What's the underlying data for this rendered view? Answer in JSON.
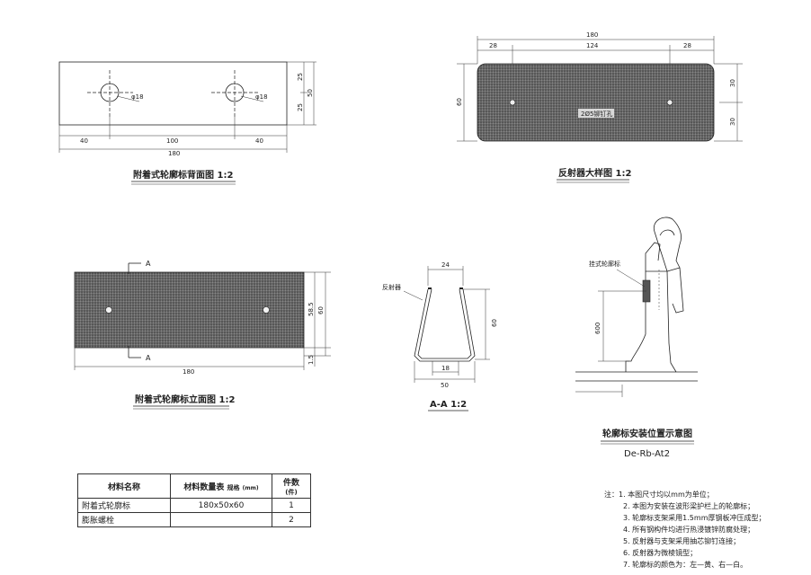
{
  "back_view": {
    "hole_labels": [
      "φ18",
      "φ18"
    ],
    "dims": {
      "d25a": "25",
      "d25b": "25",
      "d50": "50",
      "d40a": "40",
      "d100": "100",
      "d40b": "40",
      "d180": "180"
    },
    "caption": "附着式轮廓标背面图 1:2"
  },
  "reflector_detail": {
    "dims": {
      "d180": "180",
      "d28a": "28",
      "d124": "124",
      "d28b": "28",
      "d60": "60",
      "d30a": "30",
      "d30b": "30"
    },
    "bolt_label": "2Ø5铆钉孔",
    "caption": "反射器大样图 1:2"
  },
  "front_view": {
    "section_mark_top": "A",
    "section_mark_bottom": "A",
    "dims": {
      "d58_5": "58.5",
      "d60": "60",
      "d1_5": "1.5",
      "d180": "180"
    },
    "caption": "附着式轮廓标立面图 1:2"
  },
  "section_aa": {
    "reflector_label": "反射器",
    "dims": {
      "d24": "24",
      "d60": "60",
      "d18": "18",
      "d50": "50"
    },
    "caption": "A-A 1:2"
  },
  "install": {
    "marker_label": "挂式轮廓标",
    "dim_600": "600",
    "caption": "轮廓标安装位置示意图",
    "code": "De-Rb-At2"
  },
  "bom": {
    "headers": {
      "name": "材料名称",
      "spec": "材料数量表",
      "spec_sub_a": "规格",
      "spec_sub_b": "(mm)",
      "qty": "件数",
      "qty_unit": "(件)"
    },
    "rows": [
      {
        "name": "附着式轮廓标",
        "spec": "180x50x60",
        "qty": "1"
      },
      {
        "name": "膨胀螺栓",
        "spec": "",
        "qty": "2"
      }
    ]
  },
  "notes": {
    "prefix": "注：",
    "items": [
      "1. 本图尺寸均以mm为单位；",
      "2. 本图为安装在波形梁护栏上的轮廓标；",
      "3. 轮廓标支架采用1.5mm厚钢板冲压成型；",
      "4. 所有钢构件均进行热浸镀锌防腐处理；",
      "5. 反射器与支架采用抽芯铆钉连接；",
      "6. 反射器为微棱镜型；",
      "7. 轮廓标的颜色为：左—黄、右—白。"
    ]
  }
}
